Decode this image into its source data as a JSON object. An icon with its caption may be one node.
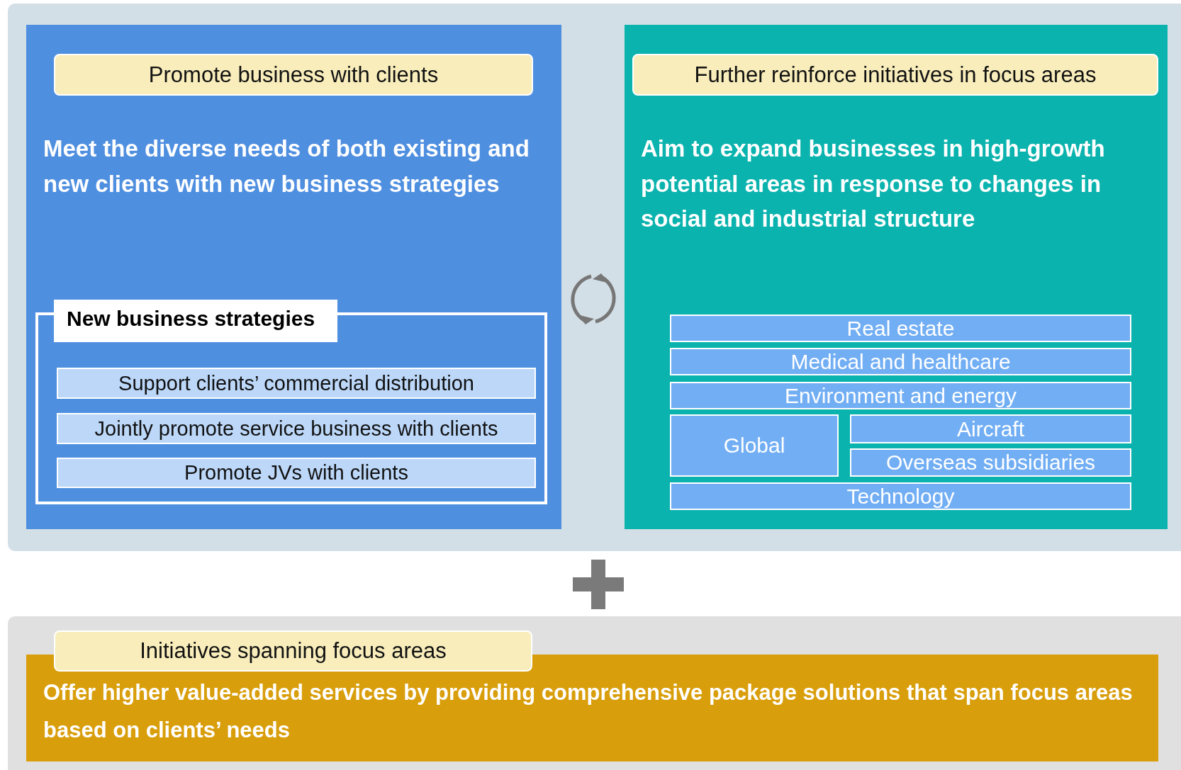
{
  "diagram": {
    "nodes": [
      {
        "text": [
          "Meet the diverse needs of both existing and new clients with new business strategies"
        ]
      },
      {
        "text": [
          "Promote business with clients"
        ],
        "in": 0
      },
      {
        "text": [
          "New business strategies"
        ],
        "in": 0
      },
      {
        "text": [
          "Support clients’ commercial distribution"
        ],
        "in": 2
      },
      {
        "text": [
          "Jointly promote service business with clients"
        ],
        "in": 2
      },
      {
        "text": [
          "Promote JVs with clients"
        ],
        "in": 2
      },
      {
        "text": [
          "Aim to expand businesses in high-growth potential areas in response to changes in social and industrial structure"
        ]
      },
      {
        "text": [
          "Further reinforce initiatives in focus areas"
        ],
        "in": 6
      },
      {
        "text": [
          "Real estate"
        ],
        "in": 6
      },
      {
        "text": [
          "Medical and healthcare"
        ],
        "in": 6
      },
      {
        "text": [
          "Environment and energy"
        ],
        "in": 6
      },
      {
        "text": [
          "Global"
        ],
        "in": 6
      },
      {
        "text": [
          "Aircraft"
        ],
        "in": 6
      },
      {
        "text": [
          "Overseas subsidiaries"
        ],
        "in": 6
      },
      {
        "text": [
          "Technology"
        ],
        "in": 6
      },
      {
        "text": [
          "Offer higher value-added services by providing comprehensive package solutions that span focus areas based on clients’ needs"
        ]
      },
      {
        "text": [
          "Initiatives spanning focus areas"
        ]
      }
    ],
    "edges": []
  }
}
